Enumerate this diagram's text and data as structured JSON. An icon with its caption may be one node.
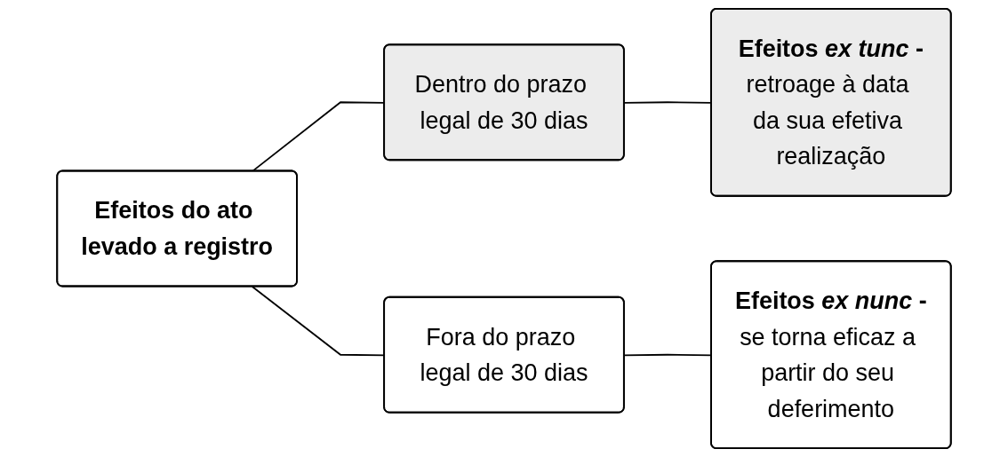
{
  "diagram": {
    "nodes": [
      {
        "text": [
          "Efeitos do ato levado a registro"
        ]
      },
      {
        "text": [
          "Dentro do prazo legal de 30 dias"
        ]
      },
      {
        "text": [
          "Efeitos *ex tunc* -",
          "retroage à data da sua efetiva realização"
        ]
      },
      {
        "text": [
          "Fora do prazo legal de 30 dias"
        ]
      },
      {
        "text": [
          "Efeitos *ex nunc* -",
          "se torna eficaz a partir do seu deferimento"
        ]
      }
    ],
    "edges": [
      {
        "from": 0,
        "to": 1,
        "arrow": "none"
      },
      {
        "from": 1,
        "to": 2,
        "arrow": "none"
      },
      {
        "from": 0,
        "to": 3,
        "arrow": "none"
      },
      {
        "from": 3,
        "to": 4,
        "arrow": "none"
      }
    ]
  }
}
